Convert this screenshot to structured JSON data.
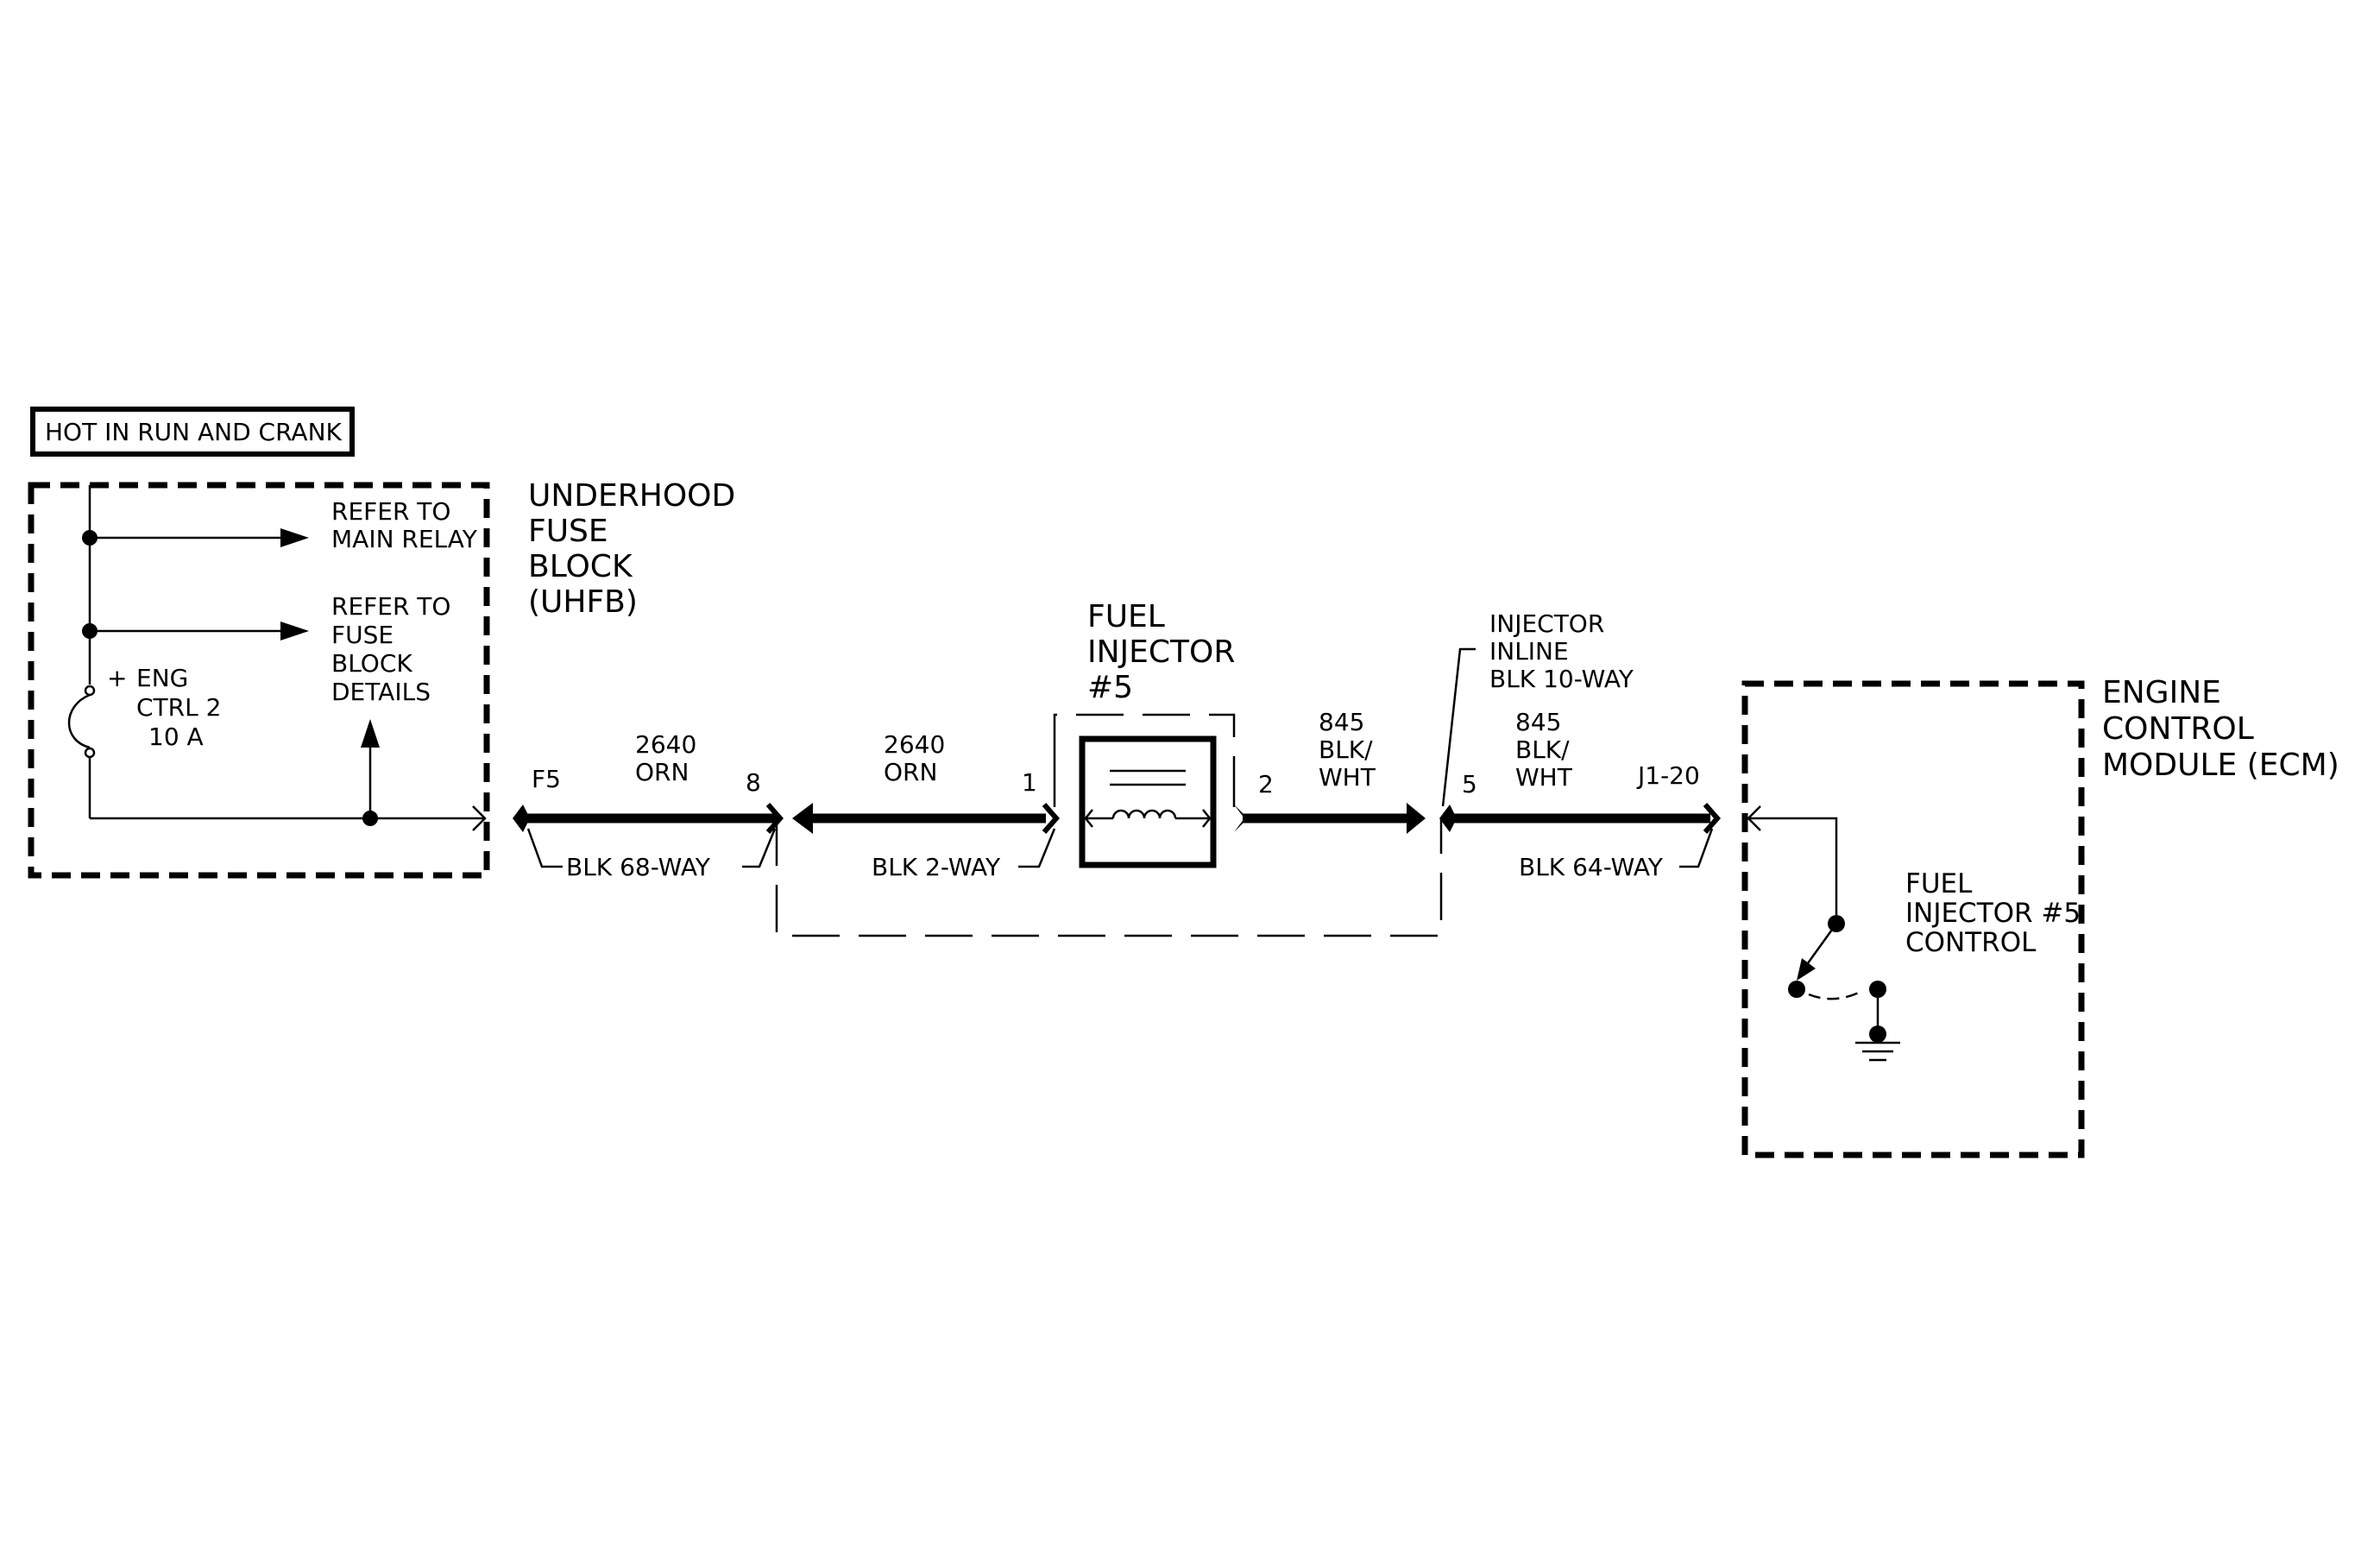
{
  "header": {
    "circuit_label": "HOT IN RUN AND CRANK"
  },
  "fuse_block": {
    "name_lines": [
      "UNDERHOOD",
      "FUSE",
      "BLOCK",
      "(UHFB)"
    ],
    "ref1": [
      "REFER TO",
      "MAIN RELAY"
    ],
    "ref2": [
      "REFER TO",
      "FUSE",
      "BLOCK",
      "DETAILS"
    ],
    "fuse_plus": "+",
    "fuse_lines": [
      "ENG",
      "CTRL 2",
      "10 A"
    ]
  },
  "wires": {
    "w1_cavity_left": "F5",
    "w1_circuit": "2640",
    "w1_color": "ORN",
    "w1_cavity_right": "8",
    "w1_connector": "BLK 68-WAY",
    "w2_circuit": "2640",
    "w2_color": "ORN",
    "w2_cavity": "1",
    "w2_connector": "BLK 2-WAY",
    "w3_cavity": "2",
    "w3_circuit": "845",
    "w3_color_1": "BLK/",
    "w3_color_2": "WHT",
    "w4_cavity_left": "5",
    "w4_circuit": "845",
    "w4_color_1": "BLK/",
    "w4_color_2": "WHT",
    "w4_cavity_right": "J1-20",
    "w4_connector": "BLK 64-WAY"
  },
  "injector": {
    "name_lines": [
      "FUEL",
      "INJECTOR",
      "#5"
    ]
  },
  "inline_connector": {
    "lines": [
      "INJECTOR",
      "INLINE",
      "BLK 10-WAY"
    ]
  },
  "ecm": {
    "name_lines": [
      "ENGINE",
      "CONTROL",
      "MODULE (ECM)"
    ],
    "control_lines": [
      "FUEL",
      "INJECTOR #5",
      "CONTROL"
    ]
  }
}
